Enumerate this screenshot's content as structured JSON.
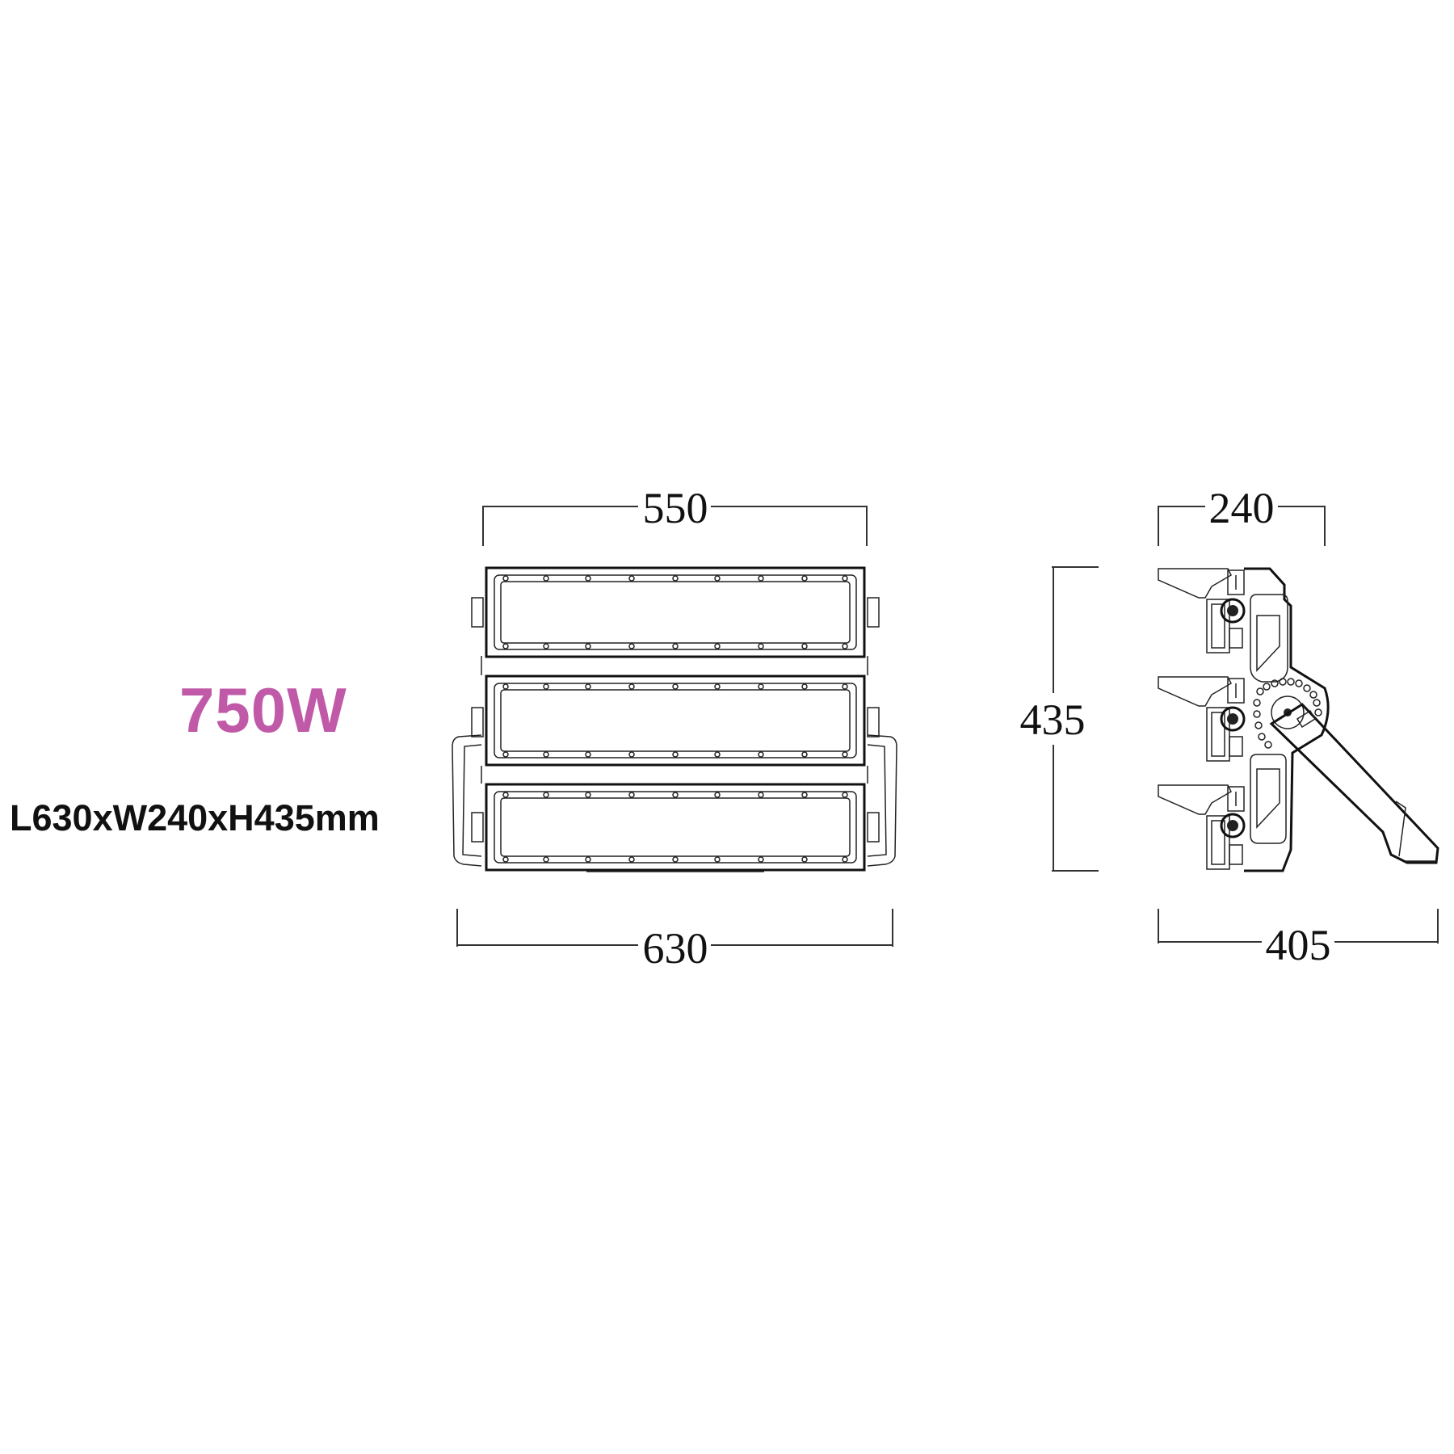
{
  "product": {
    "wattage": "750W",
    "dimensions": "L630xW240xH435mm",
    "wattage_color": "#c05aa8"
  },
  "front_view": {
    "top_width": "550",
    "bottom_width": "630",
    "module_count": 3
  },
  "side_view": {
    "height": "435",
    "top_width": "240",
    "bottom_width": "405"
  }
}
